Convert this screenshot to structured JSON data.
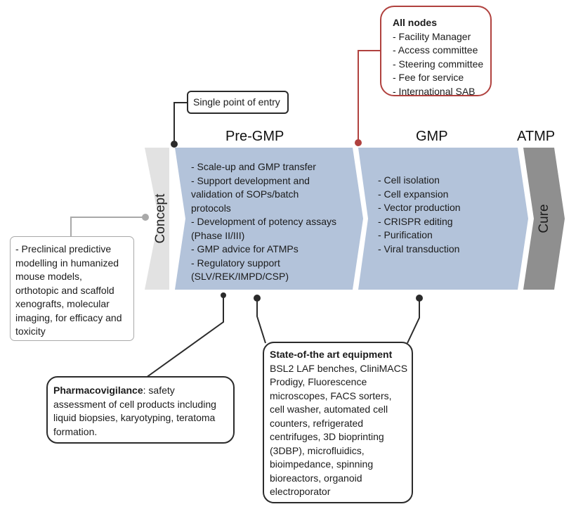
{
  "all_nodes": {
    "title": "All nodes",
    "items": [
      "- Facility Manager",
      "- Access committee",
      "- Steering committee",
      "- Fee for service",
      "- International SAB"
    ]
  },
  "single_point": {
    "label": "Single point of entry"
  },
  "stages": {
    "pre_gmp": "Pre-GMP",
    "gmp": "GMP",
    "atmp": "ATMP",
    "concept": "Concept",
    "cure": "Cure"
  },
  "pre_gmp_list": [
    "- Scale-up and GMP transfer",
    "- Support development and",
    "validation of SOPs/batch",
    "protocols",
    "- Development of potency assays",
    "(Phase II/III)",
    "- GMP advice for ATMPs",
    "- Regulatory support",
    "(SLV/REK/IMPD/CSP)"
  ],
  "gmp_list": [
    "- Cell isolation",
    "- Cell expansion",
    "- Vector production",
    "- CRISPR editing",
    "- Purification",
    "- Viral transduction"
  ],
  "preclinical": {
    "lines": [
      "- Preclinical predictive",
      "modelling in humanized",
      "mouse models,",
      "orthotopic and scaffold",
      "xenografts, molecular",
      "imaging, for efficacy and",
      "toxicity"
    ]
  },
  "pharmacovigilance": {
    "title": "Pharmacovigilance",
    "first_rest": ": safety",
    "lines": [
      "assessment of cell products including",
      "liquid biopsies, karyotyping, teratoma",
      "formation."
    ]
  },
  "equipment": {
    "title": "State-of-the art equipment",
    "lines": [
      "BSL2 LAF benches, CliniMACS",
      "Prodigy, Fluorescence",
      "microscopes, FACS sorters,",
      "cell washer, automated cell",
      "counters, refrigerated",
      "centrifuges, 3D bioprinting",
      "(3DBP), microfluidics,",
      "bioimpedance, spinning",
      "bioreactors, organoid",
      "electroporator"
    ]
  },
  "colors": {
    "concept_fill": "#e2e2e2",
    "pre_gmp_fill": "#b3c3da",
    "gmp_fill": "#b3c3da",
    "cure_fill": "#8f8f8f",
    "all_nodes_border": "#b0413e",
    "dark_border": "#2b2b2b",
    "grey_border": "#a9a9a9"
  }
}
